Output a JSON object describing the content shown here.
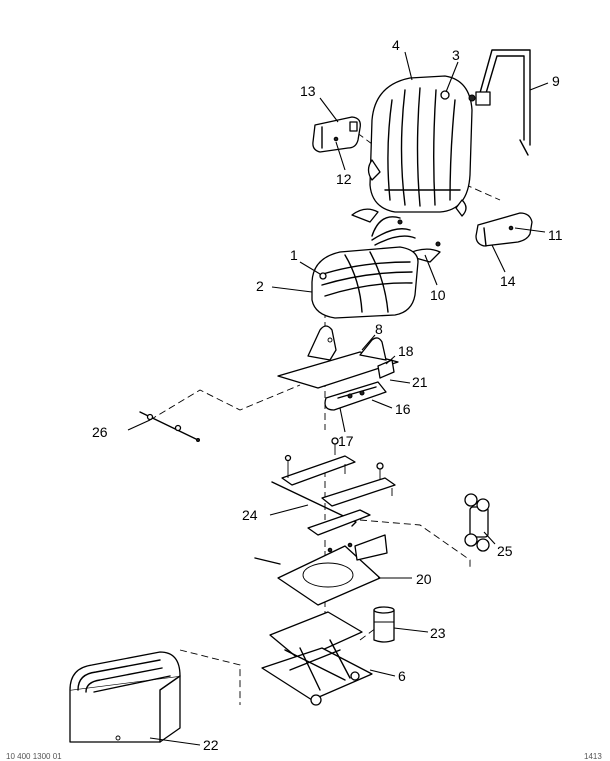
{
  "callouts": [
    {
      "id": "c1",
      "label": "1"
    },
    {
      "id": "c2",
      "label": "2"
    },
    {
      "id": "c3",
      "label": "3"
    },
    {
      "id": "c4",
      "label": "4"
    },
    {
      "id": "c6",
      "label": "6"
    },
    {
      "id": "c8",
      "label": "8"
    },
    {
      "id": "c9",
      "label": "9"
    },
    {
      "id": "c10",
      "label": "10"
    },
    {
      "id": "c11",
      "label": "11"
    },
    {
      "id": "c12",
      "label": "12"
    },
    {
      "id": "c13",
      "label": "13"
    },
    {
      "id": "c14",
      "label": "14"
    },
    {
      "id": "c16",
      "label": "16"
    },
    {
      "id": "c17",
      "label": "17"
    },
    {
      "id": "c18",
      "label": "18"
    },
    {
      "id": "c20",
      "label": "20"
    },
    {
      "id": "c21",
      "label": "21"
    },
    {
      "id": "c22",
      "label": "22"
    },
    {
      "id": "c23",
      "label": "23"
    },
    {
      "id": "c24",
      "label": "24"
    },
    {
      "id": "c25",
      "label": "25"
    },
    {
      "id": "c26",
      "label": "26"
    }
  ],
  "footer": {
    "left_code": "10 400 1300 01",
    "right_code": "1413"
  }
}
